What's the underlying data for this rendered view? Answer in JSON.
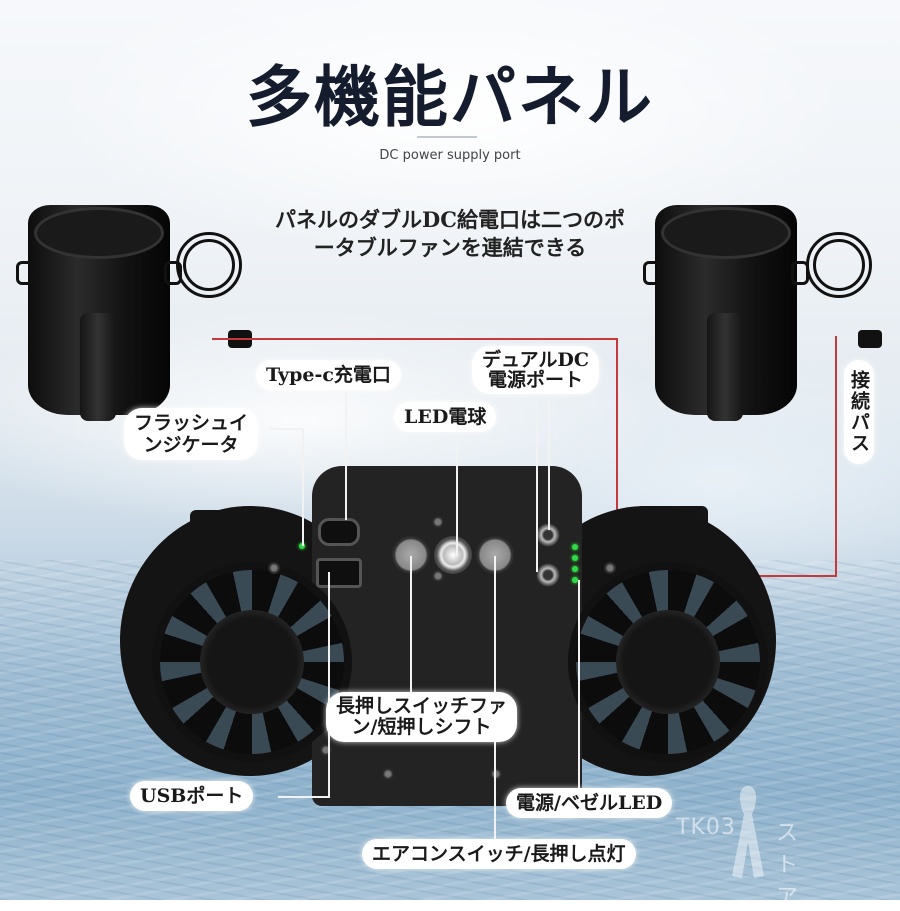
{
  "header": {
    "title": "多機能パネル",
    "subtitle": "DC power supply port",
    "description_line1": "パネルのダブルDC給電口は二つのポ",
    "description_line2": "ータブルファンを連結できる"
  },
  "labels": {
    "type_c": "Type-c充電口",
    "dual_dc_line1": "デュアルDC",
    "dual_dc_line2": "電源ポート",
    "led_bulb": "LED電球",
    "flash_indicator_line1": "フラッシュイ",
    "flash_indicator_line2": "ンジケータ",
    "connection_path": "接続パス",
    "long_press_line1": "長押しスイッチファ",
    "long_press_line2": "ン/短押しシフト",
    "usb_port": "USBポート",
    "power_bezel_led": "電源/ベゼルLED",
    "aircon_switch": "エアコンスイッチ/長押し点灯"
  },
  "watermark": {
    "brand": "TK03",
    "store": "ストア",
    "icon": "ribbon-icon"
  },
  "colors": {
    "title": "#141c2e",
    "connection_line": "#c43a3a",
    "indicator_led": "#2fd94a",
    "label_bg": "#ffffff"
  },
  "product": {
    "indicator_led_count": 4,
    "fans": 2,
    "portable_fans": 2
  }
}
